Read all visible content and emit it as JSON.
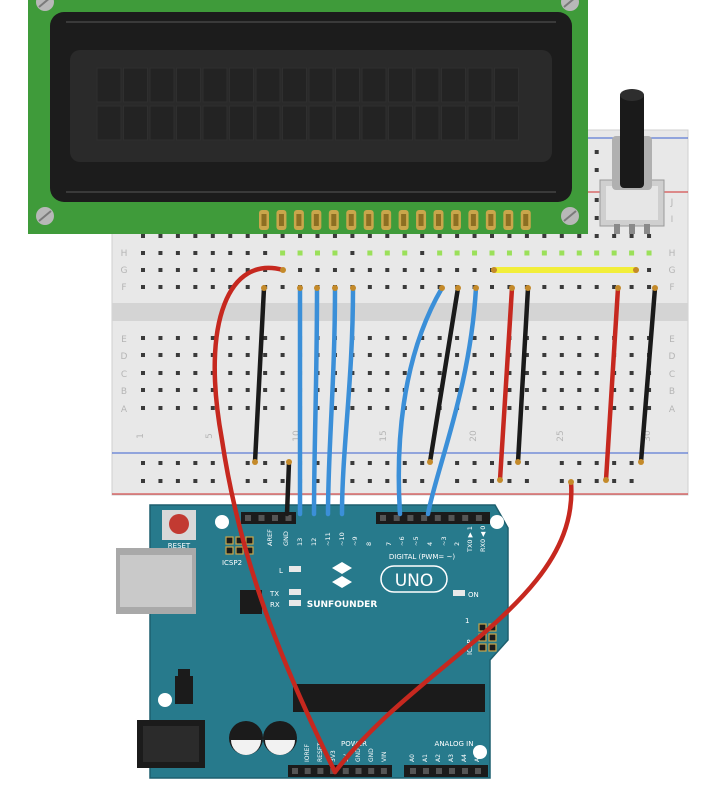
{
  "colors": {
    "lcd_pcb": "#3f9b3a",
    "lcd_bezel": "#1c1c1c",
    "breadboard": "#e6e6e6",
    "arduino": "#277a8c",
    "wire_red": "#c6281f",
    "wire_black": "#1a1a1a",
    "wire_blue": "#3b8fd8",
    "wire_yellow": "#f2ee3a"
  },
  "breadboard": {
    "row_letters_top": [
      "J",
      "I",
      "H",
      "G",
      "F"
    ],
    "row_letters_bottom": [
      "E",
      "D",
      "C",
      "B",
      "A"
    ],
    "column_numbers": [
      "1",
      "5",
      "10",
      "15",
      "20",
      "25",
      "30"
    ]
  },
  "arduino": {
    "reset_label": "RESET",
    "icsp2_label": "ICSP2",
    "icsp_label": "ICSP",
    "aref_label": "AREF",
    "gnd_label": "GND",
    "digital_pins": [
      "13",
      "12",
      "~11",
      "~10",
      "~9",
      "8",
      "7",
      "~6",
      "~5",
      "4",
      "~3",
      "2",
      "TX0 ▶ 1",
      "RX0 ◀ 0"
    ],
    "digital_label": "DIGITAL (PWM= ~)",
    "led_l": "L",
    "led_tx": "TX",
    "led_rx": "RX",
    "led_on": "ON",
    "brand": "SUNFOUNDER",
    "model": "UNO",
    "power_label": "POWER",
    "power_pins": [
      "IOREF",
      "RESET",
      "3V3",
      "5V",
      "GND",
      "GND",
      "VIN"
    ],
    "analog_label": "ANALOG IN",
    "analog_pins": [
      "A0",
      "A1",
      "A2",
      "A3",
      "A4",
      "A5"
    ],
    "icsp_pin1": "1"
  }
}
